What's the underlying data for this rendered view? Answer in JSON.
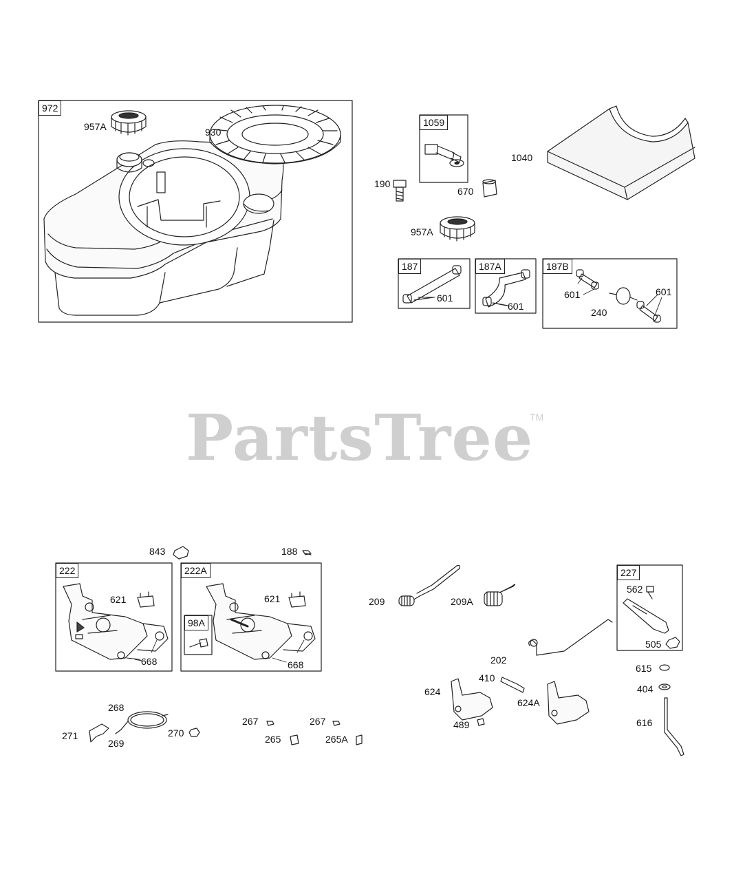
{
  "watermark": {
    "brand": "PartsTree",
    "trademark": "TM"
  },
  "boxes": {
    "b972": "972",
    "b1059": "1059",
    "b187": "187",
    "b187A": "187A",
    "b187B": "187B",
    "b222": "222",
    "b222A": "222A",
    "b98A": "98A",
    "b227": "227"
  },
  "callouts": {
    "c957A_1": "957A",
    "c930": "930",
    "c190": "190",
    "c670": "670",
    "c1040": "1040",
    "c957A_2": "957A",
    "c601_a": "601",
    "c601_b": "601",
    "c601_c": "601",
    "c601_d": "601",
    "c240": "240",
    "c843": "843",
    "c188": "188",
    "c621_a": "621",
    "c668_a": "668",
    "c621_b": "621",
    "c668_b": "668",
    "c209": "209",
    "c209A": "209A",
    "c562": "562",
    "c505": "505",
    "c202": "202",
    "c615": "615",
    "c410": "410",
    "c624": "624",
    "c624A": "624A",
    "c404": "404",
    "c489": "489",
    "c616": "616",
    "c268": "268",
    "c271": "271",
    "c269": "269",
    "c270": "270",
    "c267_a": "267",
    "c267_b": "267",
    "c265": "265",
    "c265A": "265A"
  }
}
